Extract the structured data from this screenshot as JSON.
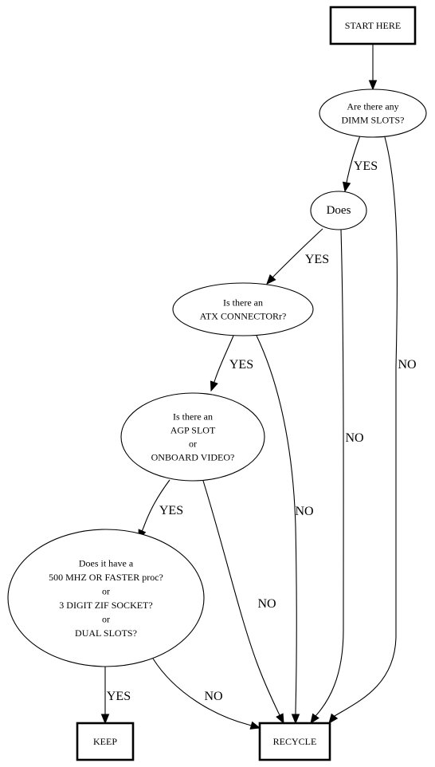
{
  "nodes": {
    "start": {
      "lines": [
        "START HERE"
      ]
    },
    "dimm": {
      "lines": [
        "Are there any",
        "DIMM SLOTS?"
      ]
    },
    "does": {
      "lines": [
        "Does"
      ]
    },
    "atx": {
      "lines": [
        "Is there an",
        "ATX CONNECTORr?"
      ]
    },
    "agp": {
      "lines": [
        "Is there an",
        "AGP SLOT",
        "or",
        "ONBOARD VIDEO?"
      ]
    },
    "proc": {
      "lines": [
        "Does it have a",
        "500 MHZ OR FASTER proc?",
        "or",
        "3 DIGIT ZIF SOCKET?",
        "or",
        "DUAL SLOTS?"
      ]
    },
    "keep": {
      "lines": [
        "KEEP"
      ]
    },
    "recycle": {
      "lines": [
        "RECYCLE"
      ]
    }
  },
  "edges": [
    {
      "from": "start",
      "to": "dimm",
      "label": ""
    },
    {
      "from": "dimm",
      "to": "does",
      "label": "YES"
    },
    {
      "from": "dimm",
      "to": "recycle",
      "label": "NO"
    },
    {
      "from": "does",
      "to": "atx",
      "label": "YES"
    },
    {
      "from": "does",
      "to": "recycle",
      "label": "NO"
    },
    {
      "from": "atx",
      "to": "agp",
      "label": "YES"
    },
    {
      "from": "atx",
      "to": "recycle",
      "label": "NO"
    },
    {
      "from": "agp",
      "to": "proc",
      "label": "YES"
    },
    {
      "from": "agp",
      "to": "recycle",
      "label": "NO"
    },
    {
      "from": "proc",
      "to": "keep",
      "label": "YES"
    },
    {
      "from": "proc",
      "to": "recycle",
      "label": "NO"
    }
  ]
}
